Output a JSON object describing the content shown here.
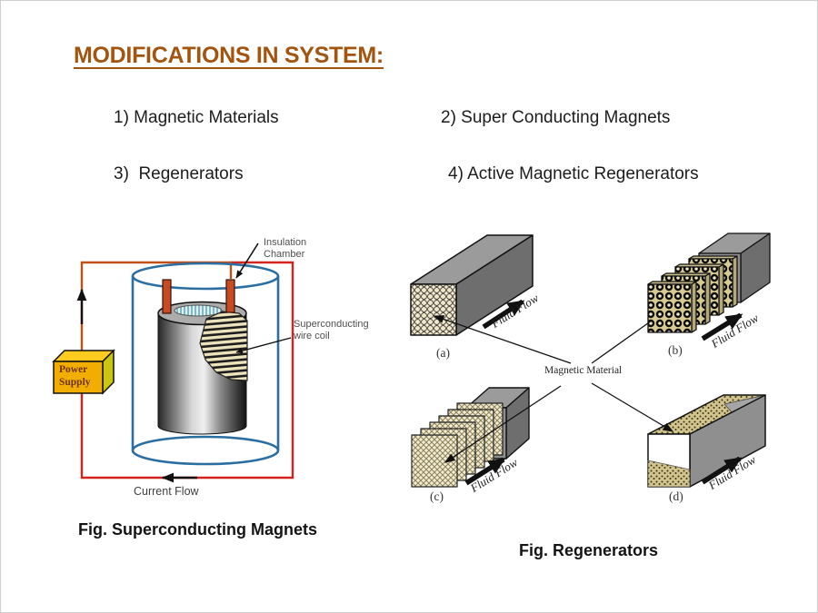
{
  "slide": {
    "title": "MODIFICATIONS IN SYSTEM:",
    "items": [
      "1) Magnetic Materials",
      "2) Super Conducting Magnets",
      "3)  Regenerators",
      "4) Active Magnetic Regenerators"
    ]
  },
  "colors": {
    "title_accent": "#A3540F",
    "circuit_wire_red": "#D4221C",
    "circuit_wire_orange": "#C05018",
    "chamber_blue": "#2B6EA1",
    "power_supply_yellow": "#F2AE00",
    "terminal_orange": "#C64A22",
    "block_gray": "#8F8F8F",
    "coil_tan": "#EDE3BC"
  },
  "magnet_figure": {
    "caption": "Fig. Superconducting Magnets",
    "labels": {
      "insulation_chamber": "Insulation\nChamber",
      "superconducting_coil": "Superconducting\nwire coil",
      "power_supply": "Power\nSupply",
      "current_flow": "Current Flow"
    }
  },
  "regenerator_figure": {
    "caption": "Fig. Regenerators",
    "center_label": "Magnetic Material",
    "fluid_flow_label": "Fluid Flow",
    "variants": [
      {
        "key": "(a)"
      },
      {
        "key": "(b)"
      },
      {
        "key": "(c)"
      },
      {
        "key": "(d)"
      }
    ]
  }
}
